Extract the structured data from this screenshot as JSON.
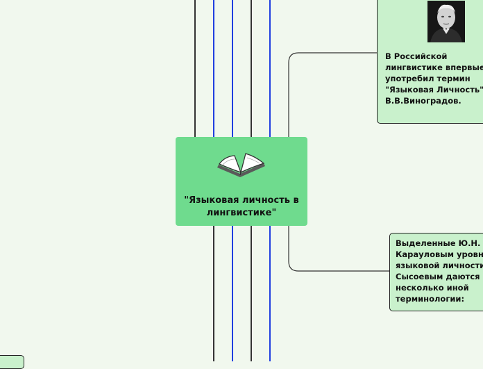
{
  "central": {
    "title": "\"Языковая личность в лингвистике\"",
    "icon": "open-book-icon"
  },
  "topics": [
    {
      "id": "vinogradov",
      "text": "В Российской лингвистике впервые употребил термин \"Языковая Личность\" В.В.Виноградов.",
      "image": "portrait-photo"
    },
    {
      "id": "karaulov",
      "text": "Выделенные Ю.Н. Карауловым уровни языковой личности Сысоевым даются в несколько иной терминологии:"
    }
  ],
  "colors": {
    "background": "#f1f8ee",
    "central_fill": "#6fdb8e",
    "topic_fill": "#c9f1cc",
    "connector_dark": "#333333",
    "connector_blue": "#1f3fe0"
  }
}
